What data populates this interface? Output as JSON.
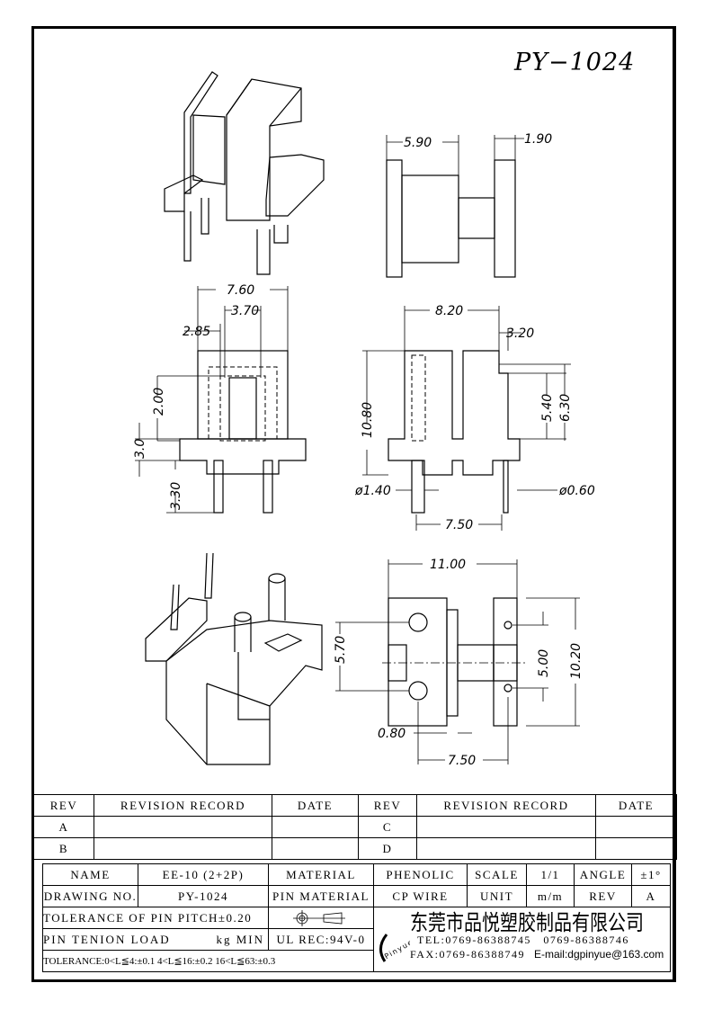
{
  "drawing_title": "PY−1024",
  "dimensions": {
    "side_view": {
      "width_body": "5.90",
      "flange": "1.90"
    },
    "front_view": {
      "overall": "7.60",
      "window": "3.70",
      "offset": "2.85",
      "height_window": "2.00",
      "base": "3.0",
      "pin_len": "3.30"
    },
    "end_view": {
      "width": "8.20",
      "flange": "3.20",
      "height": "10.80",
      "h1": "5.40",
      "h2": "6.30",
      "pin_dia_large": "ø1.40",
      "pin_dia_small": "ø0.60",
      "pitch": "7.50"
    },
    "bottom_view": {
      "length": "11.00",
      "pin_span": "5.70",
      "inner": "5.00",
      "overall": "10.20",
      "offset": "0.80",
      "pitch": "7.50"
    }
  },
  "revision_table": {
    "headers": [
      "REV",
      "REVISION RECORD",
      "DATE",
      "REV",
      "REVISION RECORD",
      "DATE"
    ],
    "rows": [
      [
        "A",
        "",
        "",
        "C",
        "",
        ""
      ],
      [
        "B",
        "",
        "",
        "D",
        "",
        ""
      ]
    ]
  },
  "info_table": {
    "name_label": "NAME",
    "name_value": "EE-10 (2+2P)",
    "material_label": "MATERIAL",
    "material_value": "PHENOLIC",
    "scale_label": "SCALE",
    "scale_value": "1/1",
    "angle_label": "ANGLE",
    "angle_value": "±1°",
    "drawing_no_label": "DRAWING NO.",
    "drawing_no_value": "PY-1024",
    "pin_material_label": "PIN MATERIAL",
    "pin_material_value": "CP WIRE",
    "unit_label": "UNIT",
    "unit_value": "m/m",
    "rev_label": "REV",
    "rev_value": "A",
    "pin_pitch_tolerance": "TOLERANCE OF PIN PITCH±0.20",
    "pin_tension_load": "PIN TENION LOAD",
    "pin_tension_unit": "kg MIN",
    "ul_rec": "UL REC:94V-0",
    "tolerance": "TOLERANCE:0<L≦4:±0.1  4<L≦16:±0.2  16<L≦63:±0.3"
  },
  "company": {
    "logo_text": "Pinyue",
    "name": "东莞市品悦塑胶制品有限公司",
    "tel": "TEL:0769-86388745",
    "tel2": "0769-86388746",
    "fax": "FAX:0769-86388749",
    "email": "E-mail:dgpinyue@163.com"
  }
}
